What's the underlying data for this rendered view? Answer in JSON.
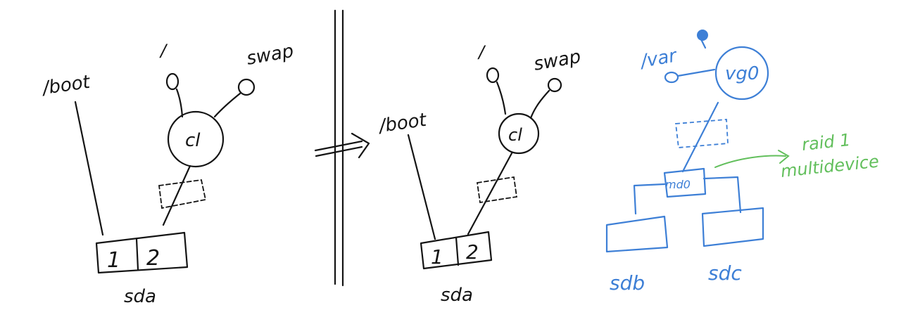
{
  "colors": {
    "ink": "#141414",
    "blue": "#3d7fd6",
    "green": "#62bf5c",
    "background": "#ffffff"
  },
  "left": {
    "boot_label": "/boot",
    "root_label": "/",
    "swap_label": "swap",
    "vg_label": "cl",
    "partition_1": "1",
    "partition_2": "2",
    "disk_label": "sda"
  },
  "middle": {
    "boot_label": "/boot",
    "root_label": "/",
    "swap_label": "swap",
    "vg_label": "cl",
    "partition_1": "1",
    "partition_2": "2",
    "disk_label": "sda"
  },
  "right": {
    "var_label": "/var",
    "vg_label": "vg0",
    "md_label": "md0",
    "raid_note_line1": "raid 1",
    "raid_note_line2": "multidevice",
    "disk_b_label": "sdb",
    "disk_c_label": "sdc"
  }
}
